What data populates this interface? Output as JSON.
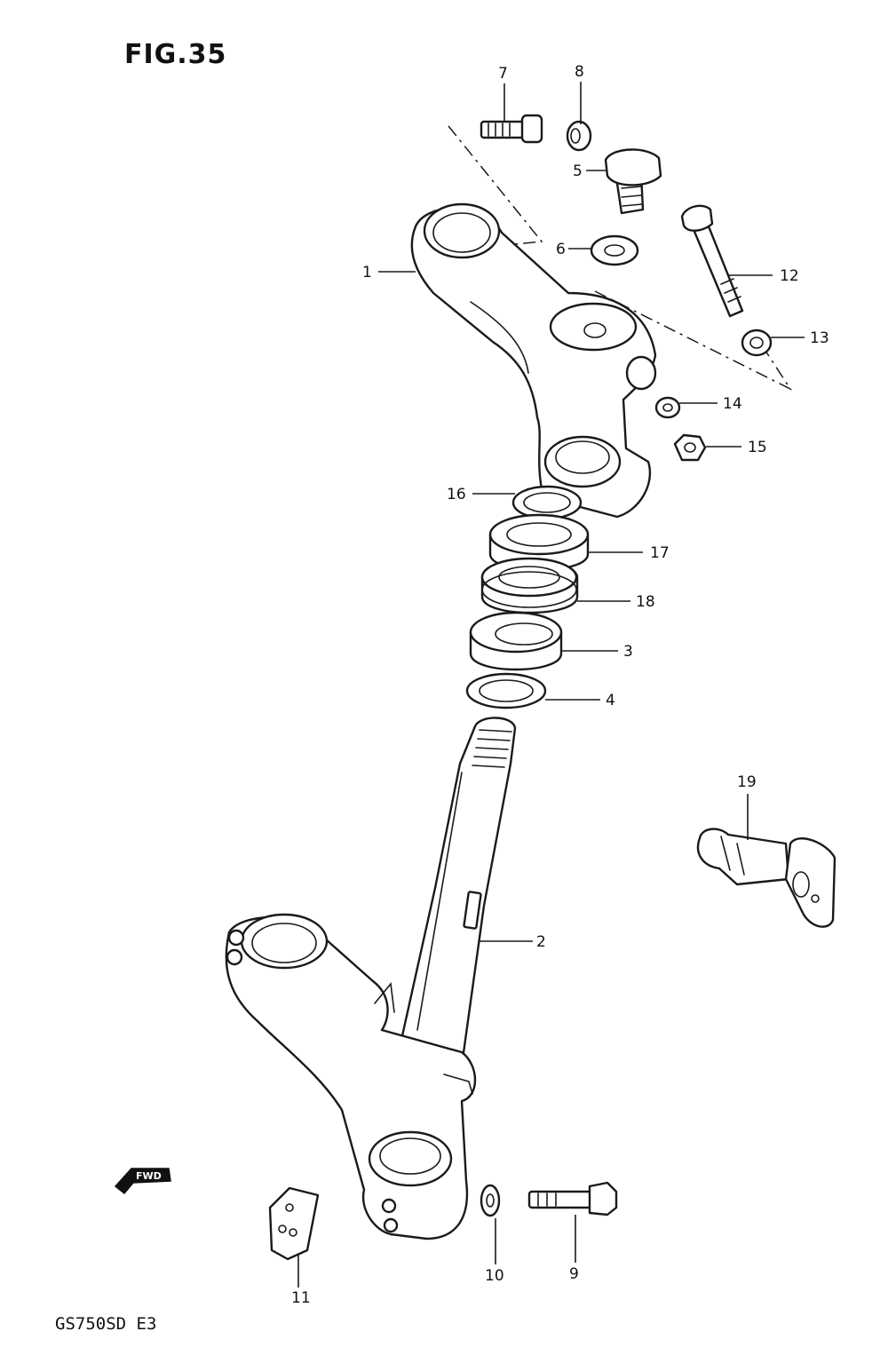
{
  "figure": {
    "title": "FIG.35",
    "model_code": "GS750SD E3",
    "fwd_marker": "FWD"
  },
  "callouts": [
    {
      "id": "1",
      "label": "1"
    },
    {
      "id": "2",
      "label": "2"
    },
    {
      "id": "3",
      "label": "3"
    },
    {
      "id": "4",
      "label": "4"
    },
    {
      "id": "5",
      "label": "5"
    },
    {
      "id": "6",
      "label": "6"
    },
    {
      "id": "7",
      "label": "7"
    },
    {
      "id": "8",
      "label": "8"
    },
    {
      "id": "9",
      "label": "9"
    },
    {
      "id": "10",
      "label": "10"
    },
    {
      "id": "11",
      "label": "11"
    },
    {
      "id": "12",
      "label": "12"
    },
    {
      "id": "13",
      "label": "13"
    },
    {
      "id": "14",
      "label": "14"
    },
    {
      "id": "15",
      "label": "15"
    },
    {
      "id": "16",
      "label": "16"
    },
    {
      "id": "17",
      "label": "17"
    },
    {
      "id": "18",
      "label": "18"
    },
    {
      "id": "19",
      "label": "19"
    }
  ]
}
